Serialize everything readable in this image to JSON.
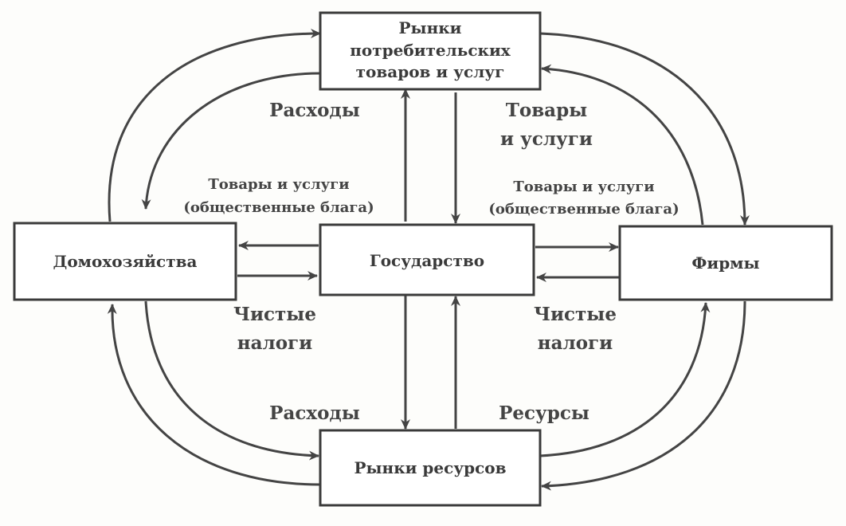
{
  "nodes": {
    "consumer_market": {
      "lines": [
        "Рынки",
        "потребительских",
        "товаров и услуг"
      ]
    },
    "households": {
      "lines": [
        "Домохозяйства"
      ]
    },
    "government": {
      "lines": [
        "Государство"
      ]
    },
    "firms": {
      "lines": [
        "Фирмы"
      ]
    },
    "resource_market": {
      "lines": [
        "Рынки ресурсов"
      ]
    }
  },
  "labels": {
    "spending_top": "Расходы",
    "goods_services_top": [
      "Товары",
      "и услуги"
    ],
    "public_goods_left": [
      "Товары и услуги",
      "(общественные блага)"
    ],
    "public_goods_right": [
      "Товары и услуги",
      "(общественные блага)"
    ],
    "net_taxes_left": [
      "Чистые",
      "налоги"
    ],
    "net_taxes_right": [
      "Чистые",
      "налоги"
    ],
    "spending_bottom": "Расходы",
    "resources_bottom": "Ресурсы"
  }
}
